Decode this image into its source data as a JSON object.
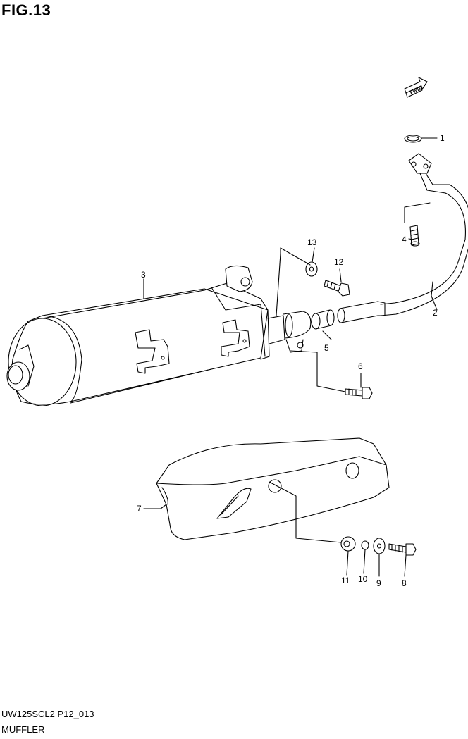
{
  "figure": {
    "title": "FIG.13",
    "code": "UW125SCL2 P12_013",
    "name": "MUFFLER",
    "fwd_label": "FWD"
  },
  "callouts": [
    {
      "id": "c1",
      "label": "1"
    },
    {
      "id": "c2",
      "label": "2"
    },
    {
      "id": "c3",
      "label": "3"
    },
    {
      "id": "c4",
      "label": "4"
    },
    {
      "id": "c5",
      "label": "5"
    },
    {
      "id": "c6",
      "label": "6"
    },
    {
      "id": "c7",
      "label": "7"
    },
    {
      "id": "c8",
      "label": "8"
    },
    {
      "id": "c9",
      "label": "9"
    },
    {
      "id": "c10",
      "label": "10"
    },
    {
      "id": "c11",
      "label": "11"
    },
    {
      "id": "c12",
      "label": "12"
    },
    {
      "id": "c13",
      "label": "13"
    }
  ]
}
